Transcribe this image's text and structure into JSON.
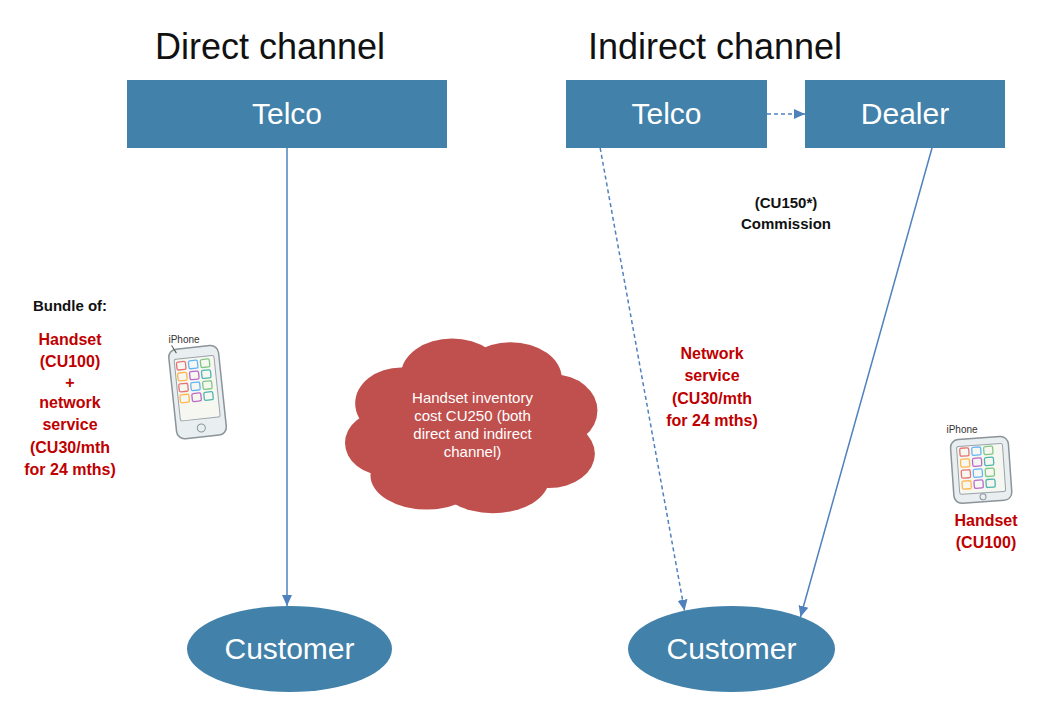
{
  "diagram": {
    "nodes": [
      {
        "text": [
          "Telco"
        ]
      },
      {
        "text": [
          "Telco"
        ]
      },
      {
        "text": [
          "Dealer"
        ]
      },
      {
        "text": [
          "Handset inventory cost CU250 (both direct and indirect channel)"
        ]
      },
      {
        "text": [
          "Customer"
        ]
      },
      {
        "text": [
          "Customer"
        ]
      }
    ],
    "edges": [
      {
        "from": 0,
        "to": 4,
        "arrow": "to"
      },
      {
        "from": 1,
        "to": 2,
        "label": "(CU150*) Commission",
        "arrow": "to"
      },
      {
        "from": 1,
        "to": 5,
        "arrow": "to"
      },
      {
        "from": 2,
        "to": 5,
        "arrow": "to"
      }
    ],
    "labels": [
      "Direct channel",
      "Indirect channel",
      "Bundle of:",
      "Handset (CU100)",
      "+",
      "network service (CU30/mth for 24 mths)",
      "Network service (CU30/mth for 24 mths)",
      "Handset (CU100)",
      "iPhone",
      "iPhone"
    ]
  }
}
